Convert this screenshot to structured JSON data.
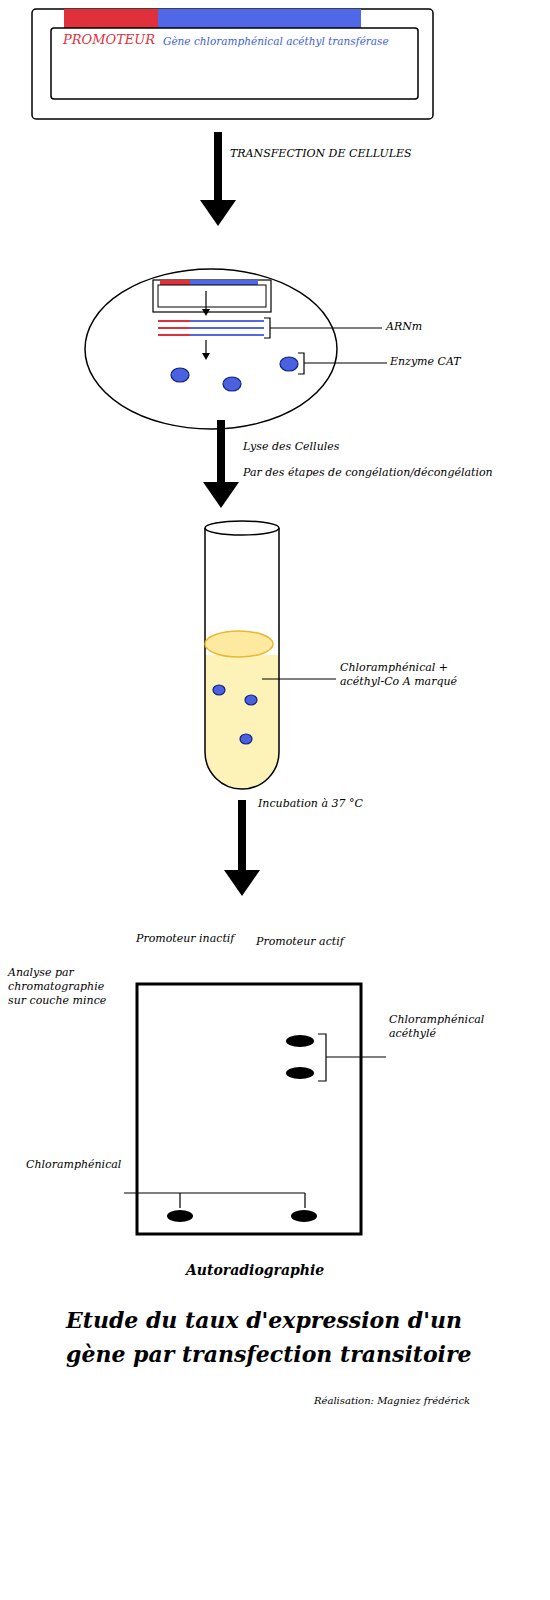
{
  "diagram": {
    "title": "Etude du taux d'expression d'un gène par transfection transitoire",
    "nodes": [
      {
        "text": [
          "PROMOTEUR",
          "Gène chloramphénical acéthyl transférase"
        ]
      }
    ],
    "labels": [
      "TRANSFECTION DE CELLULES",
      "ARNm",
      "Enzyme CAT",
      "Lyse des Cellules",
      "Par des étapes de congélation/décongélation",
      "Chloramphénical + acéthyl-Co A marqué",
      "Incubation à 37 °C",
      "Promoteur inactif",
      "Promoteur actif",
      "Analyse par chromatographie sur couche mince",
      "Chloramphénical acéthylé",
      "Chloramphénical",
      "Autoradiographie",
      "Réalisation: Magniez frédérick"
    ]
  }
}
